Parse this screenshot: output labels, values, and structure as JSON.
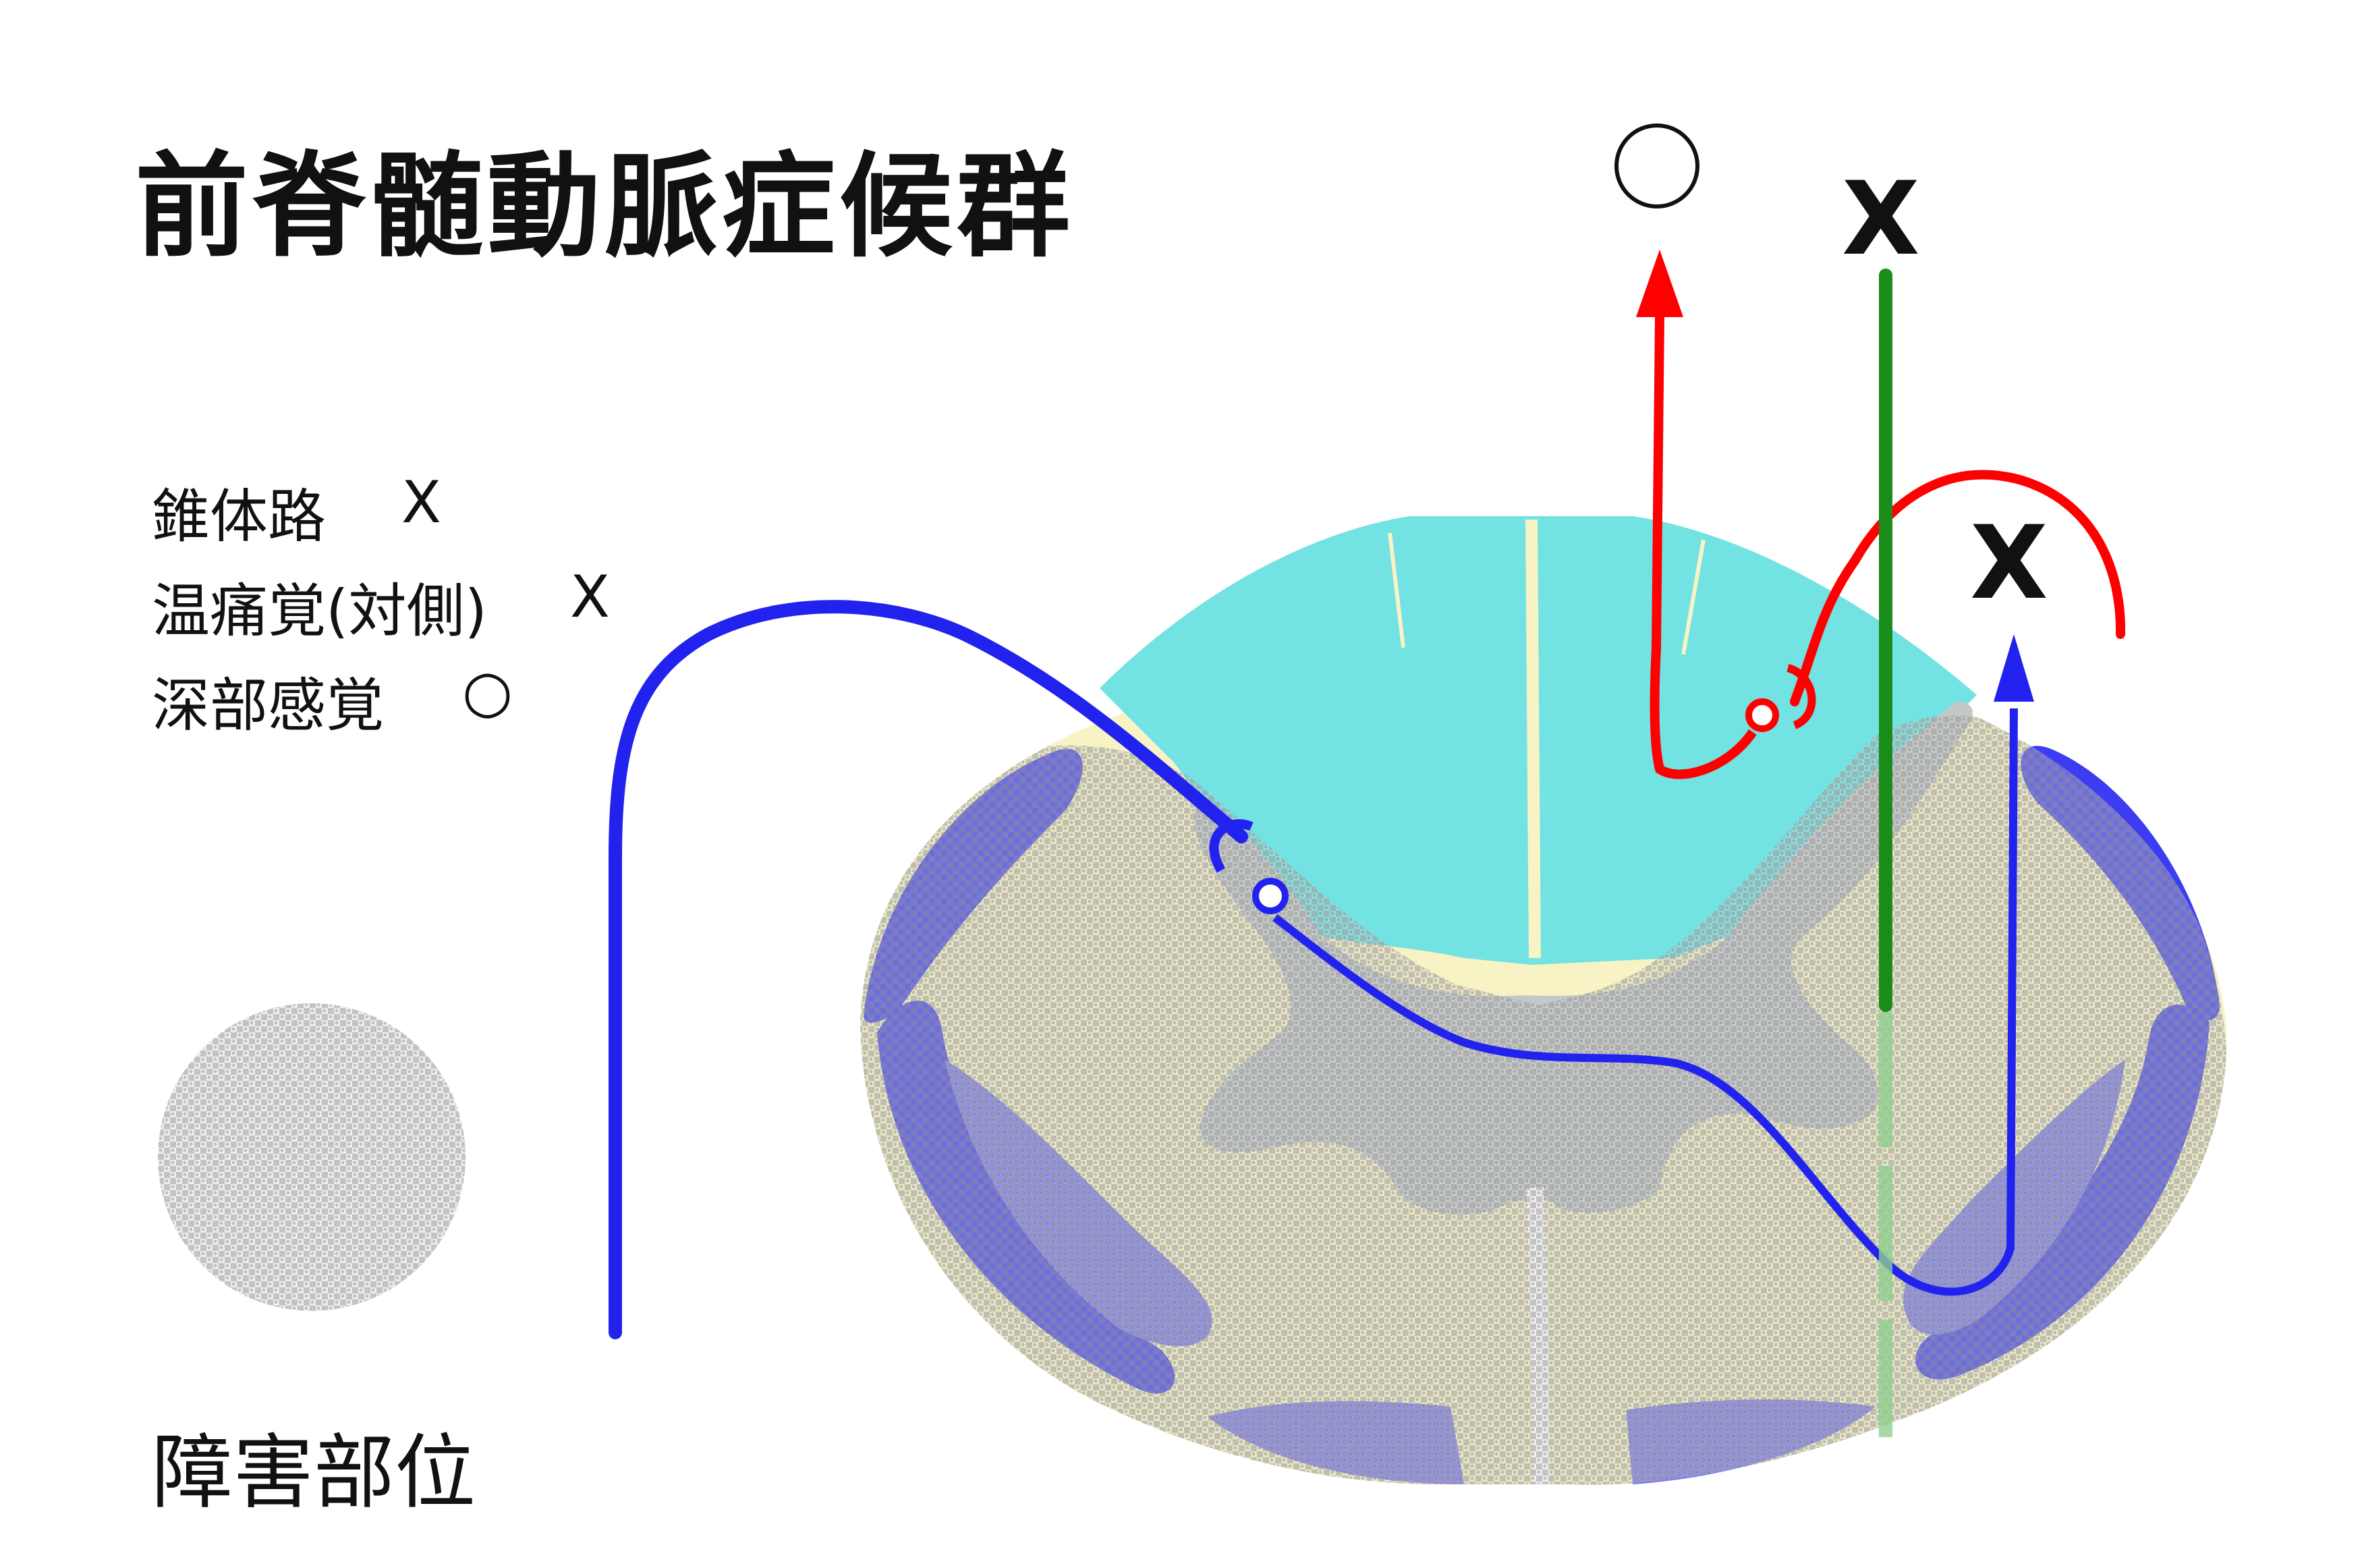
{
  "title": "前脊髄動脈症候群",
  "legend": [
    {
      "label": "錐体路",
      "mark": "X"
    },
    {
      "label": "温痛覚(対側)",
      "mark": "X"
    },
    {
      "label": "深部感覚",
      "mark": "○"
    }
  ],
  "lesion_label": "障害部位",
  "results": {
    "deep_sensation": "○",
    "pyramidal": "X",
    "pain_temperature": "X"
  },
  "colors": {
    "dorsal_column": "#72e2e2",
    "white_matter": "#f7f3c4",
    "lateral_tracts": "#3c3cf2",
    "anterior_tracts": "#7878f0",
    "gray_matter": "#c3c8c8",
    "lesion": "#9a9a9a",
    "deep_sensation_path": "#ff0000",
    "pyramidal_path": "#1a8c1a",
    "pain_path": "#2222ee"
  },
  "icons": {
    "sensation_marker": "circle-marker-icon",
    "arrow": "arrow-up-icon"
  }
}
